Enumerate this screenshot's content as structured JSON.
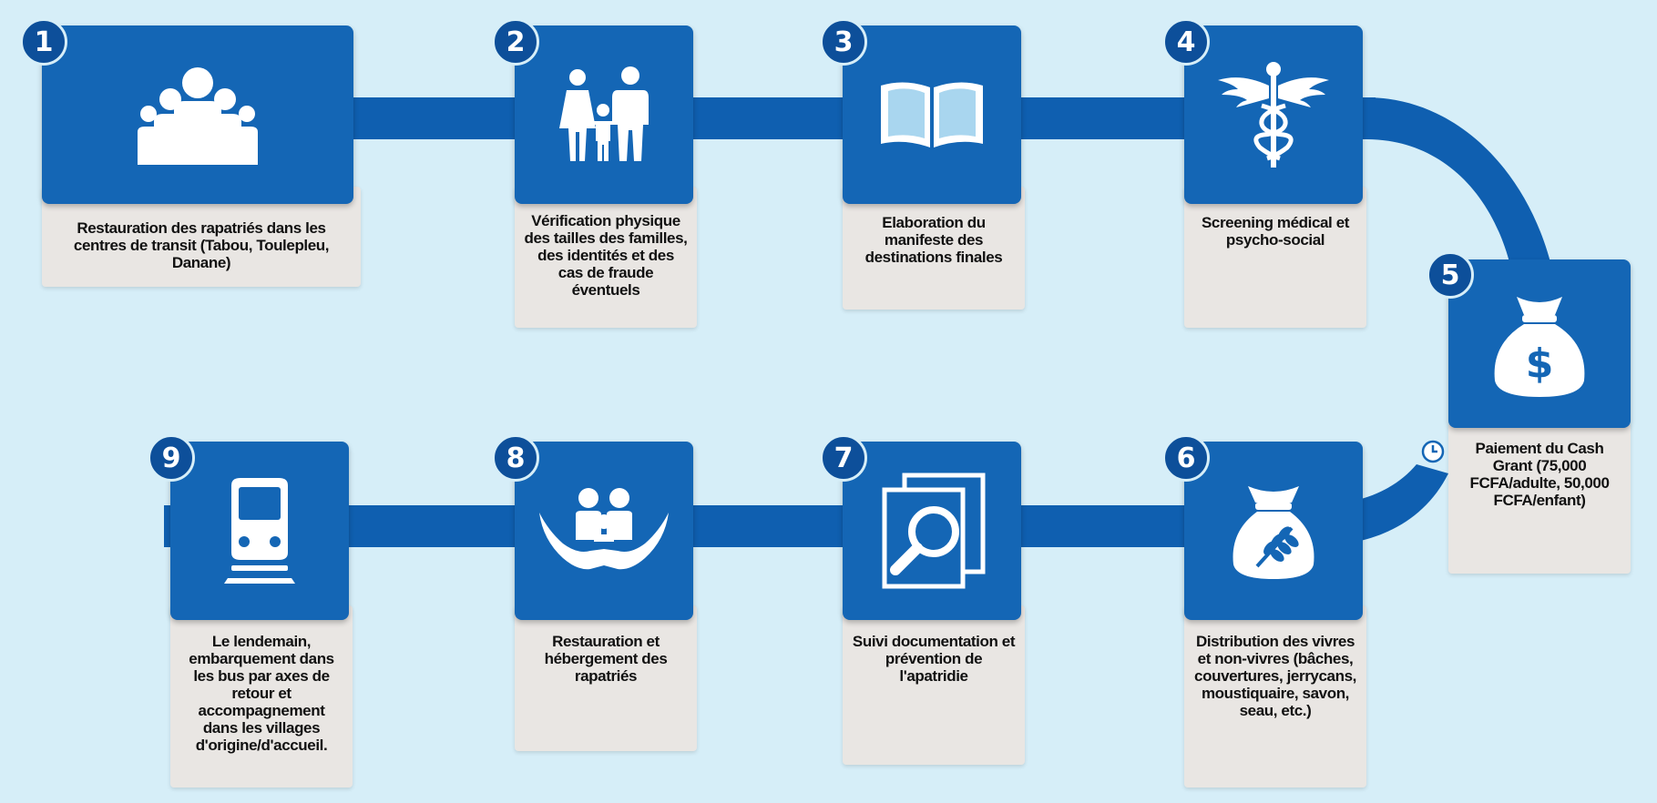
{
  "steps": [
    {
      "number": "1",
      "icon": "group-people-icon",
      "label": "Restauration des rapatriés dans les centres de transit (Tabou, Toulepleu, Danane)"
    },
    {
      "number": "2",
      "icon": "family-icon",
      "label": "Vérification physique des tailles des familles, des identités et des cas de fraude éventuels"
    },
    {
      "number": "3",
      "icon": "open-book-icon",
      "label": "Elaboration du manifeste des destinations finales"
    },
    {
      "number": "4",
      "icon": "caduceus-icon",
      "label": "Screening médical et psycho-social"
    },
    {
      "number": "5",
      "icon": "money-bag-icon",
      "label": "Paiement du Cash Grant (75,000 FCFA/adulte, 50,000 FCFA/enfant)"
    },
    {
      "number": "6",
      "icon": "grain-bag-icon",
      "label": "Distribution des vivres et non-vivres (bâches, couvertures, jerrycans, moustiquaire, savon, seau, etc.)"
    },
    {
      "number": "7",
      "icon": "document-search-icon",
      "label": "Suivi documentation et prévention de l'apatridie"
    },
    {
      "number": "8",
      "icon": "sheltered-family-icon",
      "label": "Restauration et hébergement des rapatriés"
    },
    {
      "number": "9",
      "icon": "train-icon",
      "label": "Le lendemain, embarquement dans les bus par axes de retour et accompagnement dans les villages d'origine/d'accueil."
    }
  ],
  "colors": {
    "background": "#d6eef8",
    "tile": "#1466b5",
    "path": "#0f5fb0",
    "badge": "#0d4f9a",
    "card": "#e9e6e3"
  }
}
